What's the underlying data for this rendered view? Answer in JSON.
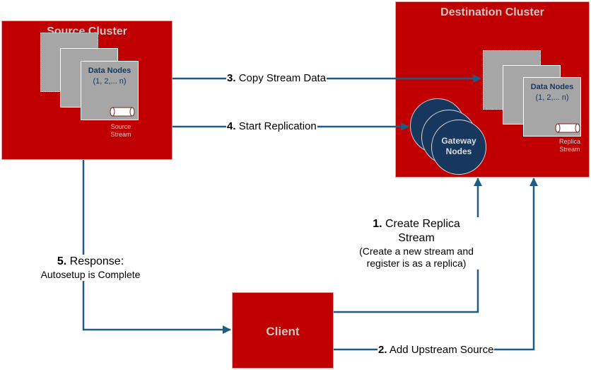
{
  "colors": {
    "cluster_fill": "#c00000",
    "cluster_title": "#c8c8c8",
    "arrow": "#1f5c84",
    "gateway_fill": "#17375e",
    "node_card": "#a6a6a6"
  },
  "source_cluster": {
    "title": "Source Cluster",
    "data_nodes": {
      "title": "Data Nodes",
      "subtitle": "(1, 2,... n)"
    },
    "stream": {
      "icon": "cylinder-icon",
      "label_line1": "Source",
      "label_line2": "Stream"
    }
  },
  "destination_cluster": {
    "title": "Destination Cluster",
    "data_nodes": {
      "title": "Data Nodes",
      "subtitle": "(1, 2,... n)"
    },
    "stream": {
      "icon": "cylinder-icon",
      "label_line1": "Replica",
      "label_line2": "Stream"
    },
    "gateway": {
      "line1": "Gateway",
      "line2": "Nodes"
    }
  },
  "client": {
    "title": "Client"
  },
  "steps": [
    {
      "number": "1.",
      "text": "Create Replica",
      "text2": "Stream",
      "note1": "(Create a new stream and",
      "note2": "register is as a replica)"
    },
    {
      "number": "2.",
      "text": "Add Upstream Source"
    },
    {
      "number": "3.",
      "text": "Copy Stream Data"
    },
    {
      "number": "4.",
      "text": "Start Replication"
    },
    {
      "number": "5.",
      "text": "Response:",
      "note1": "Autosetup is Complete"
    }
  ]
}
